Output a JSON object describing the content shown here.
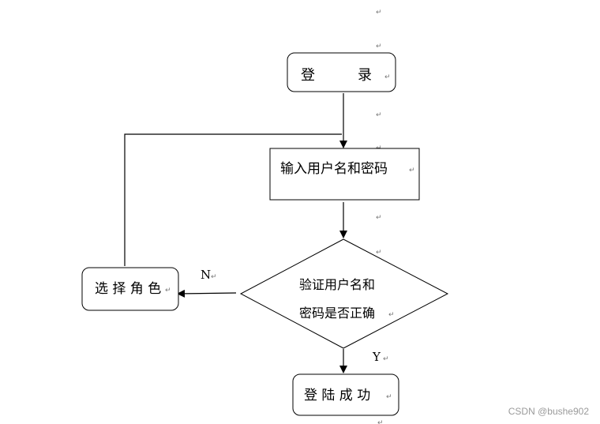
{
  "flowchart": {
    "login": "登　　　录",
    "input_credentials": "输入用户名和密码",
    "verify_line1": "验证用户名和",
    "verify_line2": "密码是否正确",
    "select_role": "选 择 角 色",
    "login_success": "登 陆 成 功",
    "edge_no": "N",
    "edge_yes": "Y"
  },
  "paragraph_mark": "↵",
  "watermark": "CSDN @bushe902"
}
